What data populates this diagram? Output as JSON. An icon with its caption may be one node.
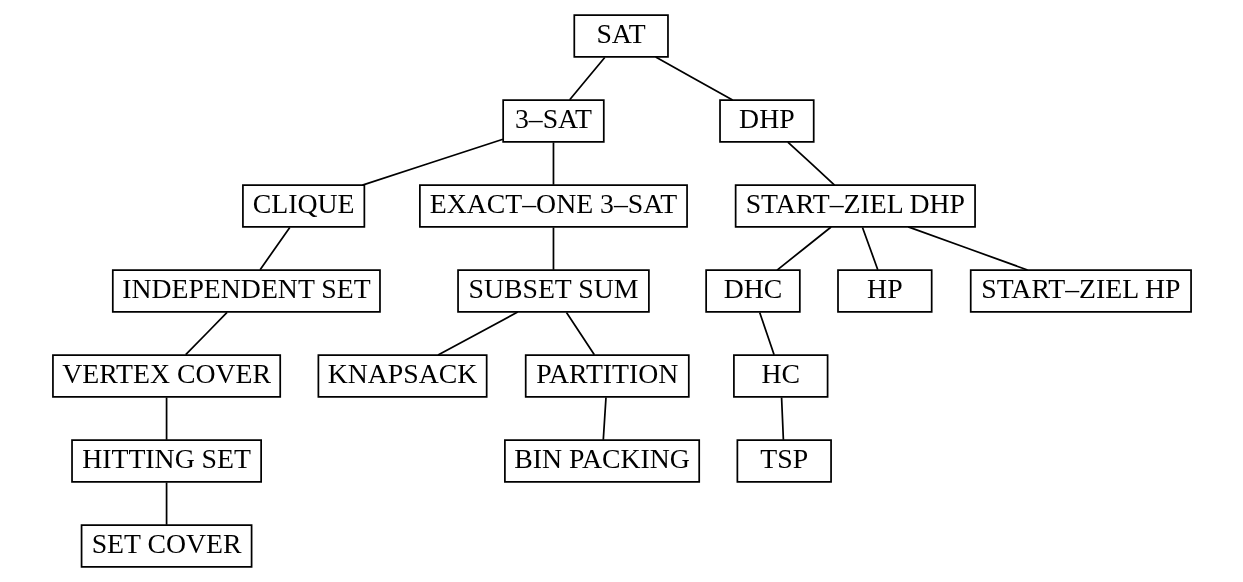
{
  "diagram": {
    "nodes": [
      {
        "text": [
          "SAT"
        ]
      },
      {
        "text": [
          "3–SAT"
        ]
      },
      {
        "text": [
          "DHP"
        ]
      },
      {
        "text": [
          "CLIQUE"
        ]
      },
      {
        "text": [
          "EXACT–ONE 3–SAT"
        ]
      },
      {
        "text": [
          "START–ZIEL DHP"
        ]
      },
      {
        "text": [
          "INDEPENDENT SET"
        ]
      },
      {
        "text": [
          "SUBSET SUM"
        ]
      },
      {
        "text": [
          "DHC"
        ]
      },
      {
        "text": [
          "HP"
        ]
      },
      {
        "text": [
          "START–ZIEL HP"
        ]
      },
      {
        "text": [
          "VERTEX COVER"
        ]
      },
      {
        "text": [
          "KNAPSACK"
        ]
      },
      {
        "text": [
          "PARTITION"
        ]
      },
      {
        "text": [
          "HC"
        ]
      },
      {
        "text": [
          "HITTING SET"
        ]
      },
      {
        "text": [
          "BIN PACKING"
        ]
      },
      {
        "text": [
          "TSP"
        ]
      },
      {
        "text": [
          "SET COVER"
        ]
      }
    ],
    "edges": [
      {
        "from": 0,
        "to": 1,
        "arrow": "none"
      },
      {
        "from": 0,
        "to": 2,
        "arrow": "none"
      },
      {
        "from": 1,
        "to": 3,
        "arrow": "none"
      },
      {
        "from": 1,
        "to": 4,
        "arrow": "none"
      },
      {
        "from": 2,
        "to": 5,
        "arrow": "none"
      },
      {
        "from": 3,
        "to": 6,
        "arrow": "none"
      },
      {
        "from": 4,
        "to": 7,
        "arrow": "none"
      },
      {
        "from": 5,
        "to": 8,
        "arrow": "none"
      },
      {
        "from": 5,
        "to": 9,
        "arrow": "none"
      },
      {
        "from": 5,
        "to": 10,
        "arrow": "none"
      },
      {
        "from": 6,
        "to": 11,
        "arrow": "none"
      },
      {
        "from": 7,
        "to": 12,
        "arrow": "none"
      },
      {
        "from": 7,
        "to": 13,
        "arrow": "none"
      },
      {
        "from": 8,
        "to": 14,
        "arrow": "none"
      },
      {
        "from": 11,
        "to": 15,
        "arrow": "none"
      },
      {
        "from": 13,
        "to": 16,
        "arrow": "none"
      },
      {
        "from": 14,
        "to": 17,
        "arrow": "none"
      },
      {
        "from": 15,
        "to": 18,
        "arrow": "none"
      }
    ]
  }
}
